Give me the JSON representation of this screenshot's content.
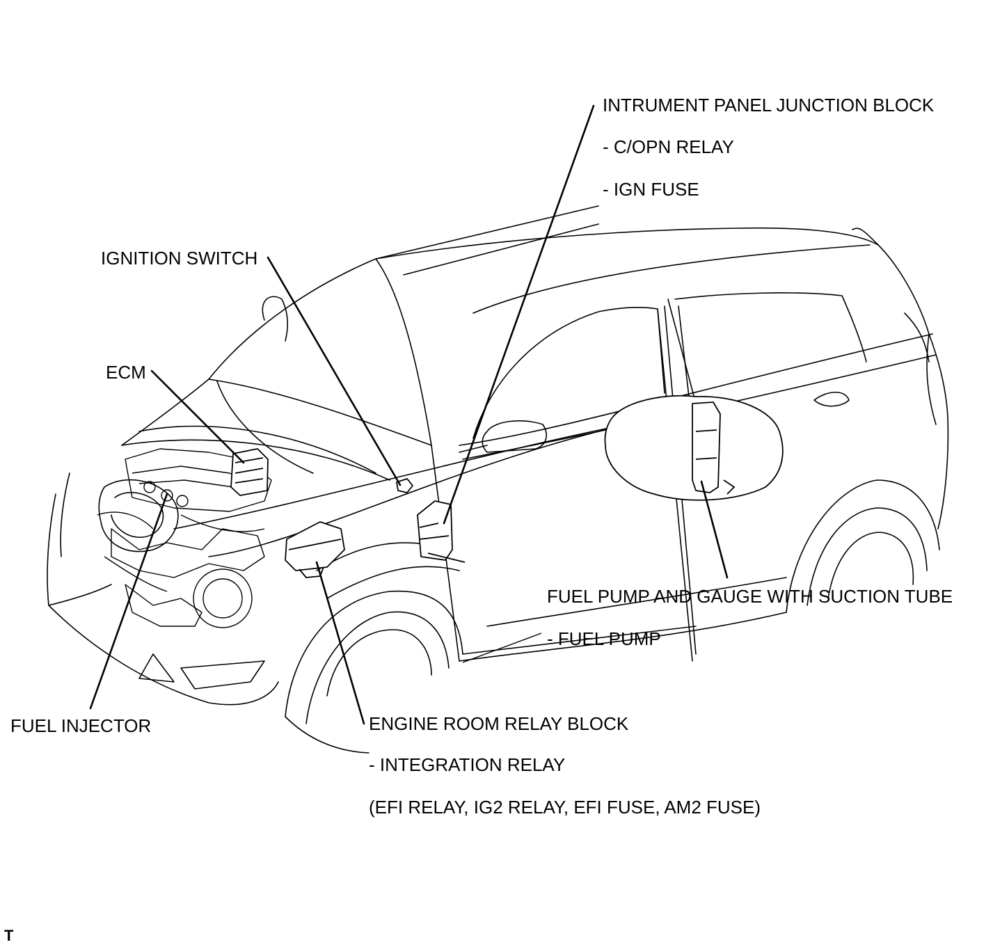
{
  "labels": {
    "instrument_panel_jb": "INTRUMENT PANEL JUNCTION BLOCK",
    "copn_relay": "- C/OPN RELAY",
    "ign_fuse": "- IGN FUSE",
    "ignition_switch": "IGNITION SWITCH",
    "ecm": "ECM",
    "fuel_injector": "FUEL INJECTOR",
    "engine_room_rb": "ENGINE ROOM RELAY BLOCK",
    "integration_relay": "- INTEGRATION RELAY",
    "integration_relay_items": "(EFI RELAY, IG2 RELAY, EFI FUSE, AM2 FUSE)",
    "fuel_pump_gauge": "FUEL PUMP AND GAUGE WITH SUCTION TUBE",
    "fuel_pump": "- FUEL PUMP"
  },
  "corner_mark": "T",
  "colors": {
    "line": "#000000",
    "background": "#ffffff"
  }
}
